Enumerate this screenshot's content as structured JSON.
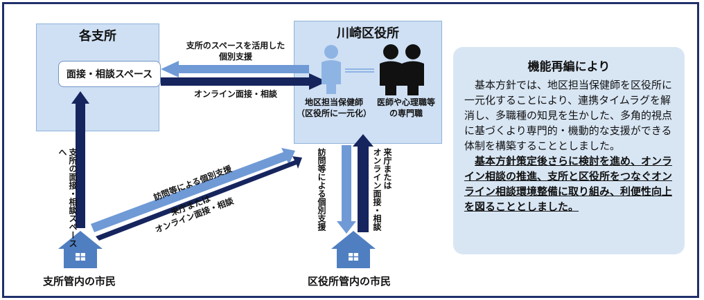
{
  "branch": {
    "title": "各支所",
    "space_label": "面接・相談スペース",
    "residents": "支所管内の市民",
    "up_arrow_label": "支所の面接・相談スペースへ"
  },
  "ward": {
    "title": "川崎区役所",
    "nurse_label": "地区担当保健師\n（区役所に一元化）",
    "specialist_label": "医師や心理職等\nの専門職",
    "residents": "区役所管内の市民",
    "down_arrow_label": "訪問等による個別支援",
    "up_arrow_label": "来庁または\nオンライン面接・相談"
  },
  "arrows": {
    "space_support": "支所のスペースを活用した\n個別支援",
    "online": "オンライン面接・相談",
    "visit": "訪問等による個別支援",
    "visit_online": "来庁または\nオンライン面接・相談"
  },
  "info": {
    "title": "機能再編により",
    "body": "基本方針では、地区担当保健師を区役所に一元化することにより、連携タイムラグを解消し、多職種の知見を生かした、多角的視点に基づくより専門的・機動的な支援ができる体制を構築することとしました。",
    "emphasis": "基本方針策定後さらに検討を進め、オンライン相談の推進、支所と区役所をつなぐオンライン相談環境整備に取り組み、利便性向上を図ることとしました。"
  },
  "colors": {
    "light_arrow": "#6f9ad6",
    "dark_arrow": "#16255e",
    "person_light": "#8eb4e3",
    "person_dark": "#111111",
    "house": "#4f7fc1"
  }
}
